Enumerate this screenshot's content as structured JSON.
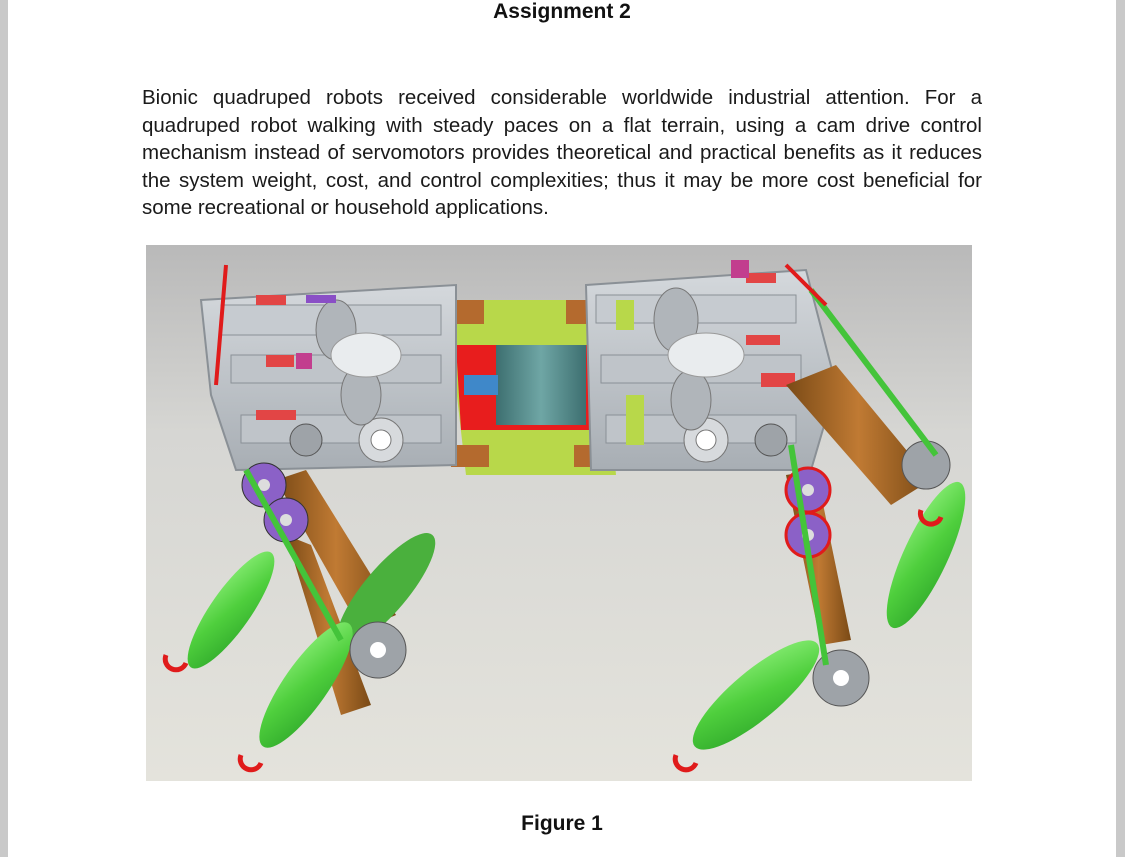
{
  "document": {
    "title": "Assignment 2",
    "paragraph": "Bionic quadruped robots received considerable worldwide industrial attention. For a quadruped robot walking with steady paces on a flat terrain, using a cam drive control mechanism instead of servomotors provides theoretical and practical benefits as it reduces the system weight, cost, and control complexities; thus it may be more cost beneficial for some recreational or household applications.",
    "figure_caption": "Figure 1"
  }
}
